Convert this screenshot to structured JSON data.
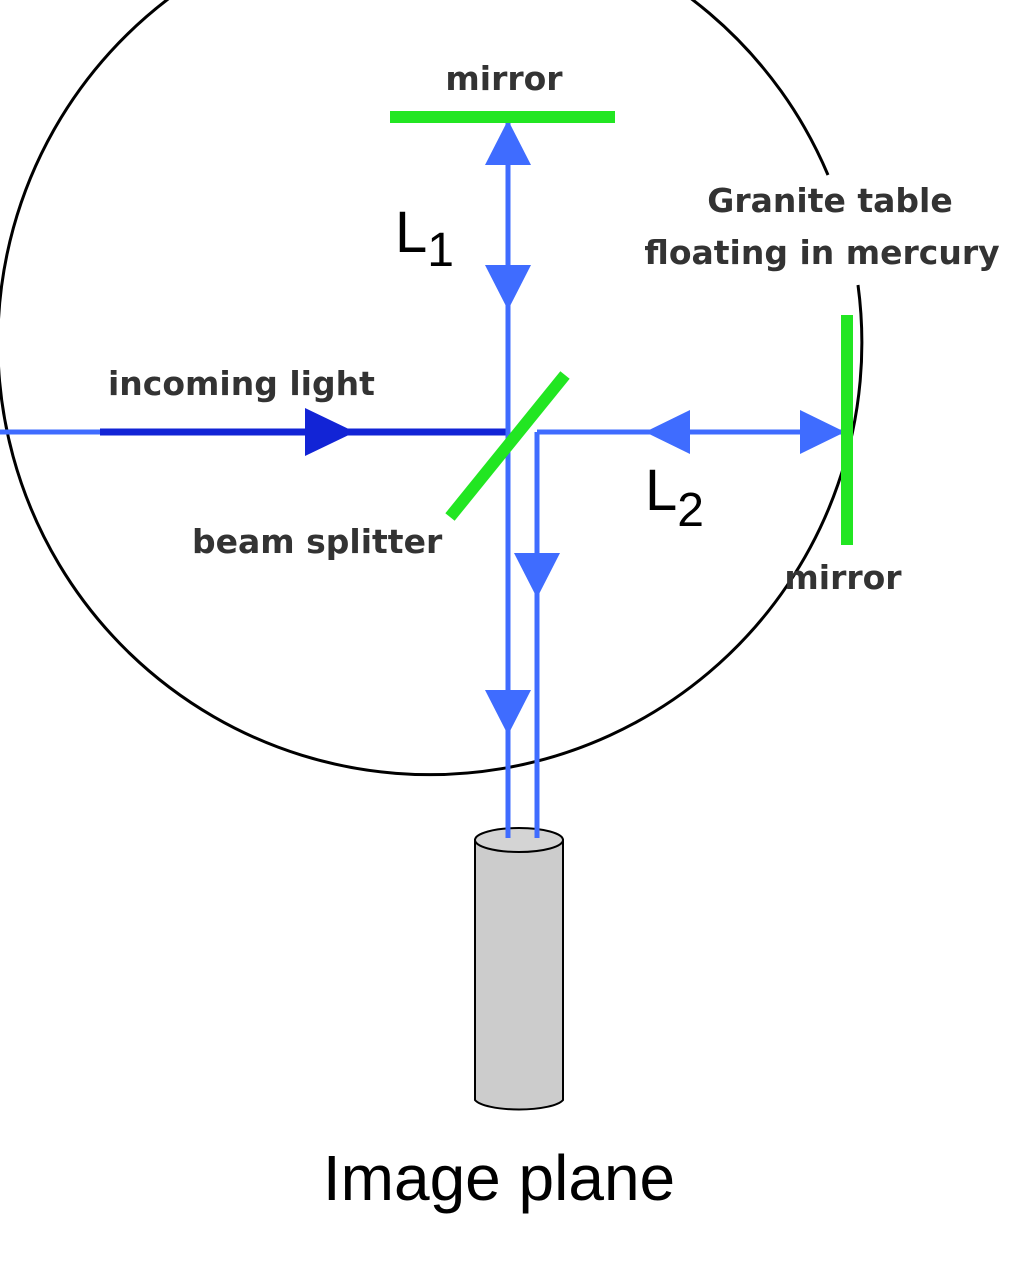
{
  "labels": {
    "mirror_top": "mirror",
    "mirror_right": "mirror",
    "granite_line1": "Granite table",
    "granite_line2": "floating in mercury",
    "incoming_light": "incoming light",
    "beam_splitter": "beam splitter",
    "l1_letter": "L",
    "l1_sub": "1",
    "l2_letter": "L",
    "l2_sub": "2",
    "image_plane": "Image plane"
  },
  "colors": {
    "beam": "#3f6cff",
    "beam_dark": "#1224d6",
    "mirror": "#22e622",
    "outline": "#000000",
    "detector": "#cccccc"
  }
}
